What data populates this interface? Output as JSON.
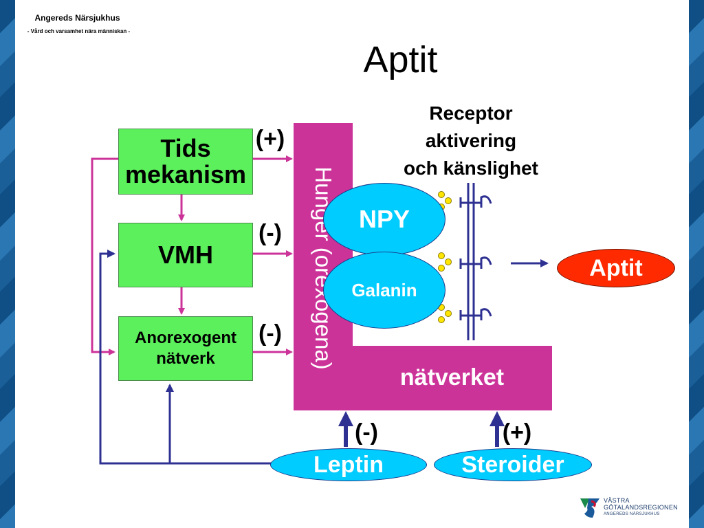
{
  "header": {
    "org_name": "Angereds Närsjukhus",
    "motto": "- Vård och varsamhet nära människan -"
  },
  "title": "Aptit",
  "boxes": {
    "tids": "Tids\nmekanism",
    "vmh": "VMH",
    "anorexogent": "Anorexogent\nnätverk"
  },
  "signs": {
    "tids_sign": "(+)",
    "vmh_sign": "(-)",
    "anorexogent_sign": "(-)",
    "leptin_sign": "(-)",
    "steroid_sign": "(+)"
  },
  "network": {
    "vertical_label": "Hunger (orexogena)",
    "horizontal_label": "nätverket"
  },
  "neuropeptides": {
    "npy": "NPY",
    "galanin": "Galanin"
  },
  "receptor_label": "Receptor\naktivering\noch känslighet",
  "output": "Aptit",
  "inputs": {
    "leptin": "Leptin",
    "steroider": "Steroider"
  },
  "logo": {
    "line1": "VÄSTRA",
    "line2": "GÖTALANDSREGIONEN",
    "line3": "ANGEREDS NÄRSJUKHUS"
  },
  "colors": {
    "box_green": "#5cf05c",
    "network_magenta": "#cc3399",
    "ellipse_cyan": "#00ccff",
    "output_red": "#ff2a00",
    "arrow_magenta": "#cc3399",
    "arrow_navy": "#2e3192"
  }
}
